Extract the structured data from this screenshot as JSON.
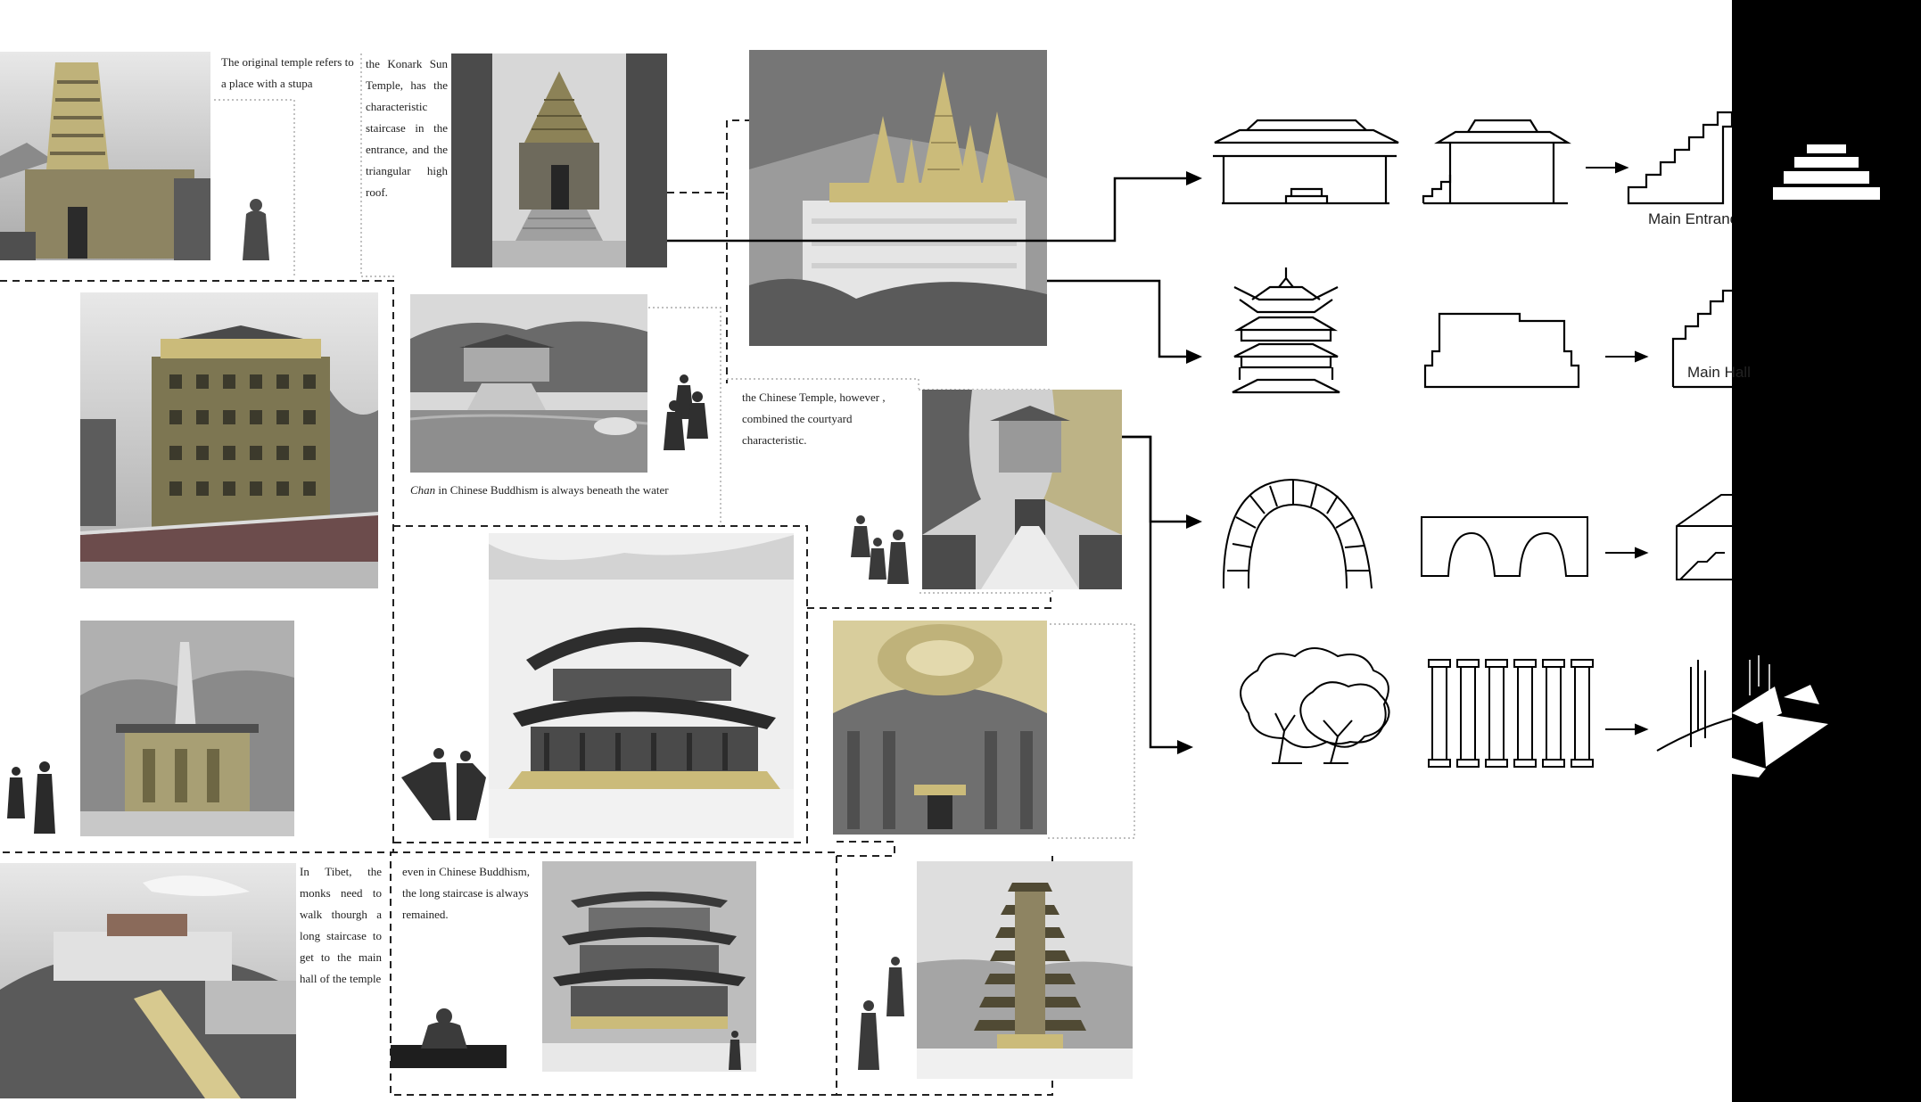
{
  "texts": {
    "stupa": "The original temple refers to a place with a stupa",
    "konark": "the Konark Sun Temple, has the characteristic staircase in the entrance, and the triangular high roof.",
    "chan_em": "Chan",
    "chan_rest": " in Chinese Buddhism is always beneath the water",
    "courtyard": "the Chinese Temple, however , combined the courtyard characteristic.",
    "tibet": "In Tibet, the monks need to walk thourgh a long staircase to get to the main hall of the temple",
    "staircase": "even in Chinese Buddhism, the long staircase is always remained."
  },
  "labels": {
    "main_entrance": "Main Entrance",
    "main_hall": "Main Hall"
  },
  "colors": {
    "accent_gold": "#cbbb7a",
    "photo_gray": "#8f8f8f",
    "ink": "#111111",
    "band": "#000000"
  }
}
